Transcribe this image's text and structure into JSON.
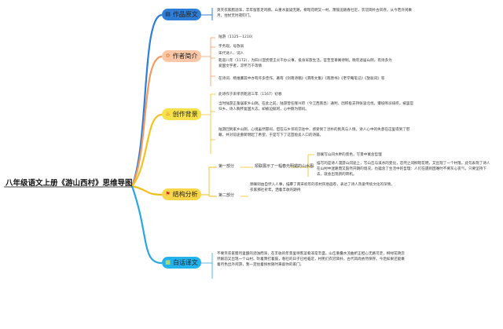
{
  "root": {
    "title": "八年级语文上册《游山西村》思维导图"
  },
  "branches": [
    {
      "label": "作品原文",
      "icon": "document-icon",
      "color": "#2e7ed8",
      "fill": "#2e7ed8",
      "texts": [
        "莫笑农家腊酒浑，丰年留客足鸡豚。山重水复疑无路，柳暗花明又一村。箫鼓追随春社近，衣冠简朴古风存。从今若许闲乘月，拄杖无时夜叩门。"
      ]
    },
    {
      "label": "作者简介",
      "icon": "flower-icon",
      "color": "#f59a5f",
      "fill": "#fbc7a6",
      "texts": [
        "陆游（1125—1210）",
        "字务观，号放翁",
        "宋代诗人、词人",
        "乾道八年（1172），为四川宣抚使王炎干办公事，投身军旅生活。官至宝章阁待制。晚年退居山阴，有诗多为爱国文字者，凉怀万千等情",
        "在诗词、杨维廉其中亦有许多佳作。著有《剑南诗稿》《渭南文集》《南唐书》《老学庵笔记》《放翁词》等"
      ]
    },
    {
      "label": "创作背景",
      "icon": "flame-icon",
      "color": "#f2c321",
      "fill": "#f7e14a",
      "texts": [
        "此诗作于宋孝宗乾道三年（1167）初春",
        "当时陆游正蛰居家乡山阴。在此之前，陆游曾任隆兴府（今江西南昌）通判，因积极支持张浚北伐，遭投降派排挤，被罢官归乡。诗人胸怀复国大志，却被迫赋闲，心中颇为郁闷。",
        "陆游回到家乡山阴，心境虽然郁闷，但在与乡邻的交往中，感受到了淳朴的民风与人情。诗人心中的失意在这里得到了慰藉，并对前途重新燃起了希望，于是写下了这首脍炙人口的诗篇。"
      ]
    },
    {
      "label": "结构分析",
      "icon": "flag-icon",
      "color": "#f0be1a",
      "fill": "#f7d64c",
      "parts": [
        {
          "label": "第一部分",
          "summary": "颔联展示了一幅春光明媚的山水图",
          "details": [
            "颔联写山间水畔的景色，写景中寓含哲理",
            "描写的是诗人漫游山间途上，写山峦与溪水的变化，忽然之间柳暗花明，又出现了一个村落。此句表现了诗人在山村中迷路而又豁然开朗的境况，也蕴含了生活中的哲理：人们在遇到困难时不要灰心丧气，只要坚持下去，就会出现新的转机。"
          ]
        },
        {
          "label": "第二部分",
          "summary": "颈联则由自然入人事，描摹了南宋初年的农村风俗画卷，表达了诗人热爱传统文化的深情，农家那社祈年，洒着丰收的期待",
          "details": []
        }
      ]
    },
    {
      "label": "白话译文",
      "icon": "grid-icon",
      "color": "#2aa7e0",
      "fill": "#22b2ec",
      "texts": [
        "不要笑农家腊月里酿的酒浊而浑，在丰收的年景里待客菜肴非常丰盛。山峦重叠水流曲折正担心无路可走，柳绿花艳忽然眼前又出现一个山村。吹着箫打着鼓，春社的日子已经临近，村民们衣冠简朴，古代风尚依然保存。今后如果还能乘着月色出外闲游，我一定拄着拐杖随时来敲你的家门。"
      ]
    }
  ]
}
